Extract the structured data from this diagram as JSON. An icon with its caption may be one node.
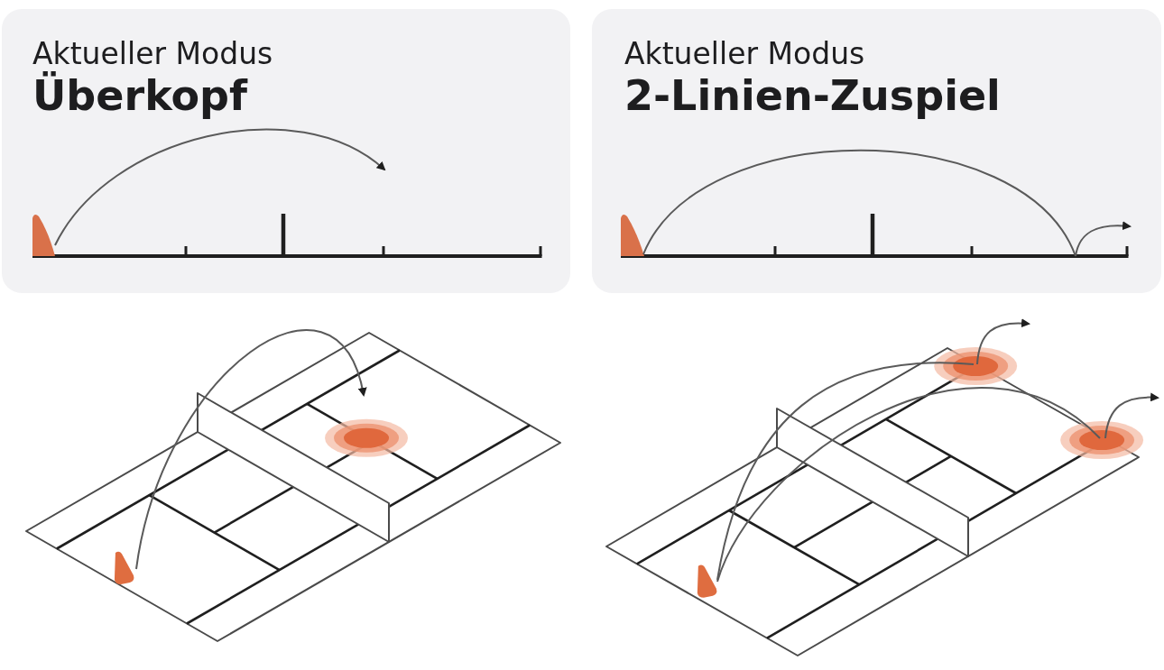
{
  "diagram": {
    "nodes": [
      {
        "text": [
          "Aktueller Modus",
          "Überkopf"
        ]
      },
      {
        "text": [
          "Aktueller Modus",
          "2-Linien-Zuspiel"
        ]
      }
    ]
  }
}
